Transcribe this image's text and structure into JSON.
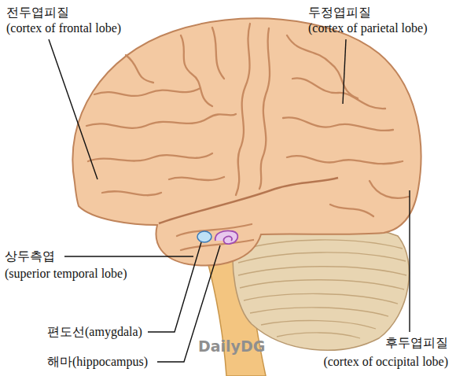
{
  "diagram": {
    "labels": [
      "전두엽피질",
      "(cortex of frontal lobe)",
      "두정엽피질",
      "(cortex of parietal lobe)",
      "상두측엽",
      "(superior temporal lobe)",
      "편도선(amygdala)",
      "해마(hippocampus)",
      "후두엽피질",
      "(cortex of occipital lobe)",
      "DailyDG"
    ]
  }
}
